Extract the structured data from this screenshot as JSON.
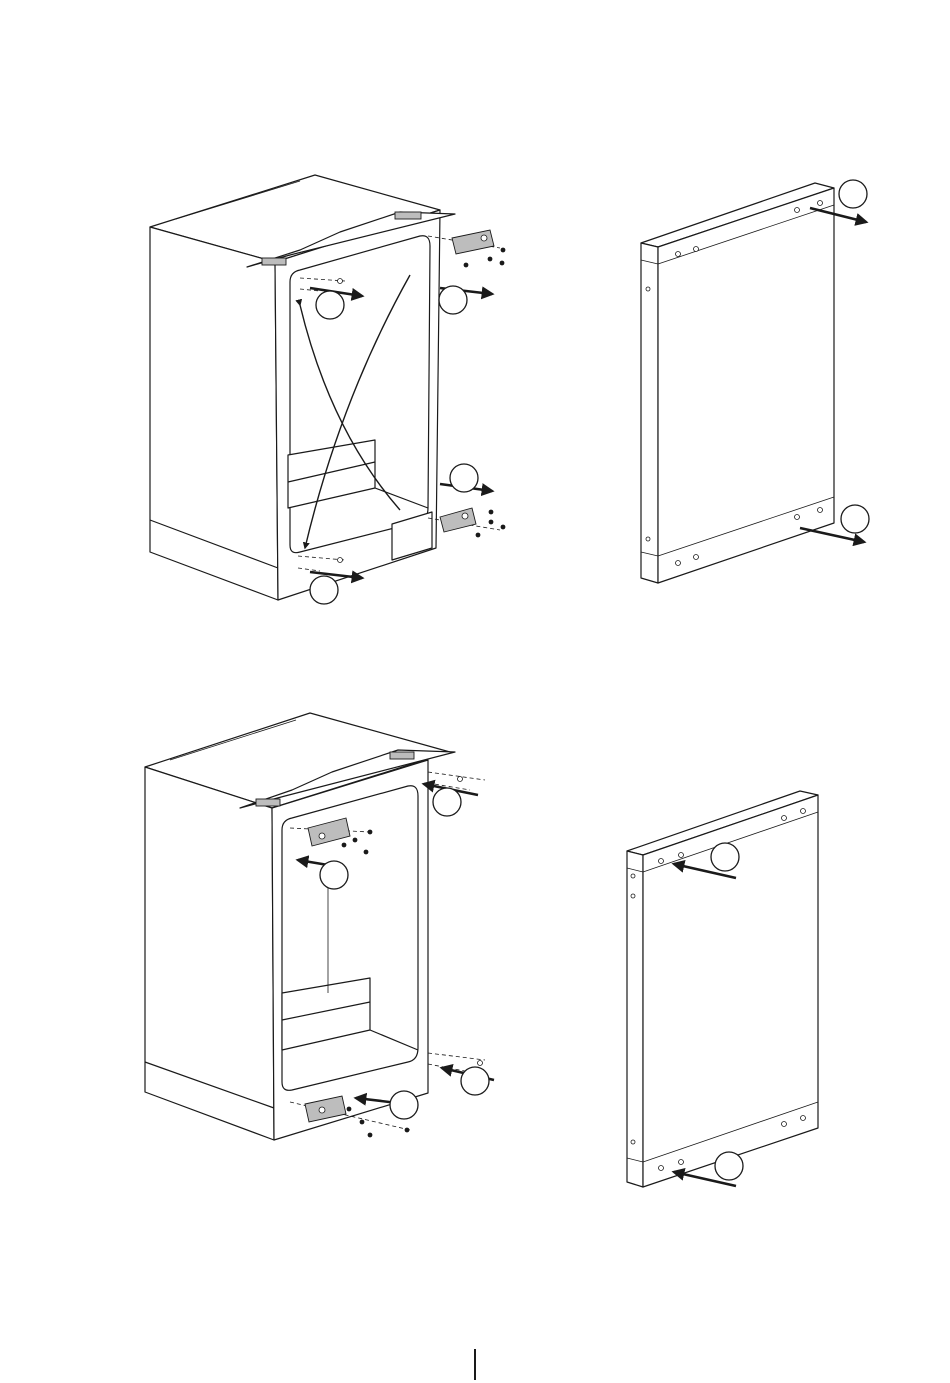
{
  "figure": {
    "panels": [
      {
        "id": "top",
        "parts": [
          "cabinet",
          "door"
        ]
      },
      {
        "id": "bottom",
        "parts": [
          "cabinet",
          "door"
        ]
      }
    ],
    "callouts": [
      "",
      "",
      "",
      "",
      "",
      "",
      "",
      "",
      "",
      "",
      "",
      "",
      ""
    ],
    "page_number": ""
  }
}
